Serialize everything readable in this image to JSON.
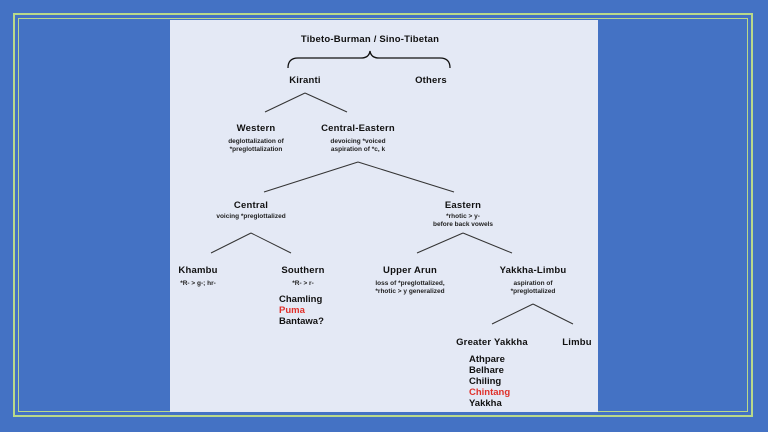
{
  "root": "Tibeto-Burman / Sino-Tibetan",
  "nodes": {
    "kiranti": "Kiranti",
    "others": "Others",
    "western": {
      "label": "Western",
      "note1": "deglottalization of",
      "note2": "*preglottalization"
    },
    "central_eastern": {
      "label": "Central-Eastern",
      "note1": "devoicing *voiced",
      "note2": "aspiration of *c, k"
    },
    "central": {
      "label": "Central",
      "note1": "voicing *preglottalized"
    },
    "eastern": {
      "label": "Eastern",
      "note1": "*rhotic > y-",
      "note2": "before back vowels"
    },
    "khambu": {
      "label": "Khambu",
      "note1": "*R- > g-; hr-"
    },
    "southern": {
      "label": "Southern",
      "note1": "*R- > r-"
    },
    "upper_arun": {
      "label": "Upper Arun",
      "note1": "loss of *preglottalized,",
      "note2": "*rhotic > y generalized"
    },
    "yakkha_limbu": {
      "label": "Yakkha-Limbu",
      "note1": "aspiration of",
      "note2": "*preglottalized"
    },
    "greater_yakkha": {
      "label": "Greater Yakkha"
    },
    "limbu": {
      "label": "Limbu"
    }
  },
  "southern_langs": [
    {
      "name": "Chamling",
      "highlight": false
    },
    {
      "name": "Puma",
      "highlight": true
    },
    {
      "name": "Bantawa?",
      "highlight": false
    }
  ],
  "yakkha_langs": [
    {
      "name": "Athpare",
      "highlight": false
    },
    {
      "name": "Belhare",
      "highlight": false
    },
    {
      "name": "Chiling",
      "highlight": false
    },
    {
      "name": "Chintang",
      "highlight": true
    },
    {
      "name": "Yakkha",
      "highlight": false
    }
  ],
  "colors": {
    "background": "#4472c4",
    "panel": "#e4e9f5",
    "frame": "#b9d98a",
    "highlight": "#e0302a",
    "text": "#111111"
  }
}
